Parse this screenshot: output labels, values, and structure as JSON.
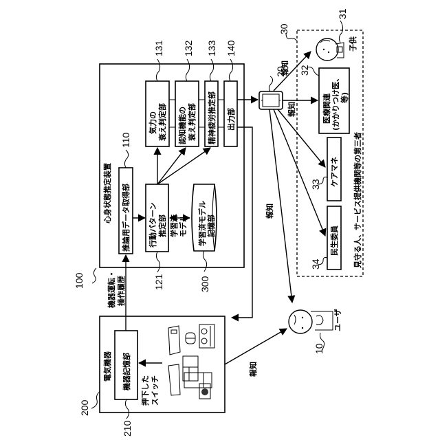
{
  "figure": {
    "orientation": "rotated-90-clockwise",
    "language": "ja"
  },
  "estimation_device": {
    "ref": "100",
    "title": "心身状態推定装置",
    "inference_data_acquisition": {
      "ref": "110",
      "label": "推論用データ取得部"
    },
    "behavior_pattern_estimator": {
      "ref": "121",
      "label_line1": "行動パターン",
      "label_line2": "推定部"
    },
    "learned_model_label_line1": "学習済",
    "learned_model_label_line2": "モデル",
    "motivation_decline": {
      "ref": "131",
      "label_line1": "気力の",
      "label_line2": "衰え判定部"
    },
    "cognitive_decline": {
      "ref": "132",
      "label_line1": "認知機能の",
      "label_line2": "衰え判定部"
    },
    "mental_fatigue": {
      "ref": "133",
      "label": "精神疲労推定部"
    },
    "output_unit": {
      "ref": "140",
      "label": "出力部"
    }
  },
  "model_storage": {
    "ref": "300",
    "label_line1": "学習済モデル",
    "label_line2": "記憶部"
  },
  "appliances": {
    "ref": "200",
    "title": "電気機器",
    "storage": {
      "ref": "210",
      "label": "機器記憶部"
    },
    "switch_label_line1": "押下した",
    "switch_label_line2": "スイッチ",
    "history_label_line1": "機器運転・",
    "history_label_line2": "操作履歴"
  },
  "terminal": {
    "ref": "20"
  },
  "user": {
    "ref": "10",
    "label": "ユーザ"
  },
  "third_parties": {
    "ref": "30",
    "caption": "見守る人、サービス提供機関等の第三者",
    "child": {
      "ref": "31",
      "label": "子供"
    },
    "medical": {
      "ref": "32",
      "label_line1": "医療関連",
      "label_line2": "(かかりつけ医、",
      "label_line3": "等)"
    },
    "care_manager": {
      "ref": "33",
      "label": "ケアマネ"
    },
    "welfare_commissioner": {
      "ref": "34",
      "label": "民生委員"
    }
  },
  "notification_label": "報知"
}
